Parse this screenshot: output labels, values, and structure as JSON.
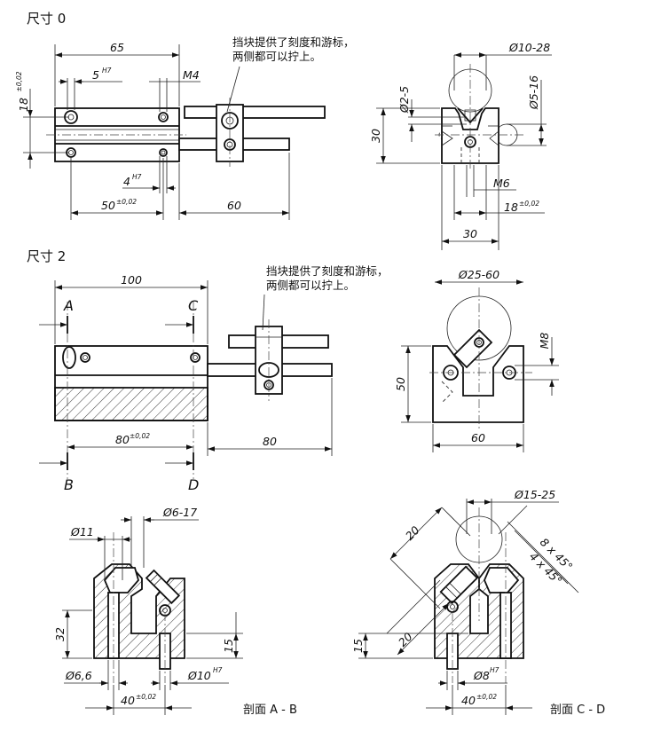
{
  "size0": {
    "title": "尺寸 0",
    "note_line1": "挡块提供了刻度和游标，",
    "note_line2": "两侧都可以拧上。",
    "dims": {
      "d65": "65",
      "d5": "5",
      "d5_tol": "H7",
      "dM4": "M4",
      "d18": "18",
      "d18_tol": "±0,02",
      "d4": "4",
      "d4_tol": "H7",
      "d50": "50",
      "d50_tol": "±0,02",
      "d60": "60",
      "dphi10_28": "Ø10-28",
      "dphi2_5": "Ø2-5",
      "dphi5_16": "Ø5-16",
      "d30h": "30",
      "dM6": "M6",
      "d18b": "18",
      "d18b_tol": "±0,02",
      "d30w": "30"
    }
  },
  "size2": {
    "title": "尺寸 2",
    "note_line1": "挡块提供了刻度和游标，",
    "note_line2": "两侧都可以拧上。",
    "labels": {
      "A": "A",
      "B": "B",
      "C": "C",
      "D": "D"
    },
    "dims": {
      "d100": "100",
      "d80": "80",
      "d80_tol": "±0,02",
      "d80b": "80",
      "dphi25_60": "Ø25-60",
      "dM8": "M8",
      "d50": "50",
      "d60": "60"
    }
  },
  "section_ab": {
    "caption": "剖面 A - B",
    "dims": {
      "dphi6_17": "Ø6-17",
      "dphi11": "Ø11",
      "d32": "32",
      "d15": "15",
      "dphi6_6": "Ø6,6",
      "dphi10": "Ø10",
      "dphi10_tol": "H7",
      "d40": "40",
      "d40_tol": "±0,02"
    }
  },
  "section_cd": {
    "caption": "剖面 C - D",
    "dims": {
      "dphi15_25": "Ø15-25",
      "d20a": "20",
      "d8x45": "8 x 45°",
      "d4x45": "4 x 45°",
      "d15": "15",
      "d20b": "20",
      "dphi8": "Ø8",
      "dphi8_tol": "H7",
      "d40": "40",
      "d40_tol": "±0,02"
    }
  }
}
